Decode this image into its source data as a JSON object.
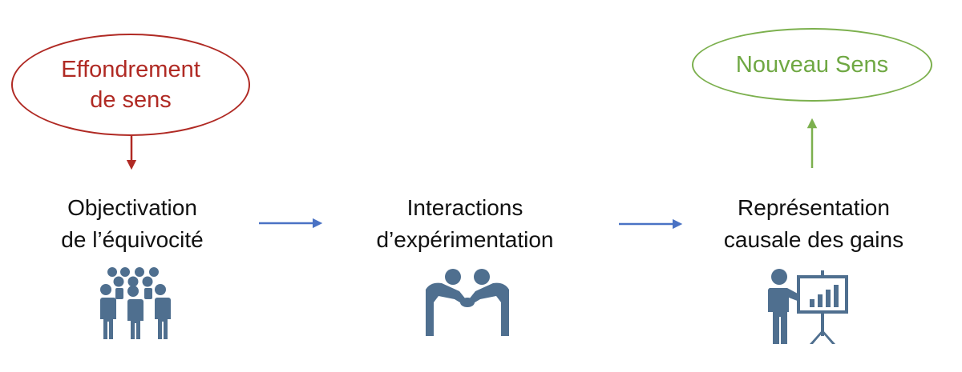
{
  "collapse": {
    "line1": "Effondrement",
    "line2": "de sens",
    "color": "#b02a24"
  },
  "new_sense": {
    "text": "Nouveau Sens",
    "color": "#6fa843"
  },
  "steps": [
    {
      "line1": "Objectivation",
      "line2": "de l’équivocité",
      "icon": "group-of-people-icon"
    },
    {
      "line1": "Interactions",
      "line2": "d’expérimentation",
      "icon": "handshake-bow-icon"
    },
    {
      "line1": "Représentation",
      "line2": "causale des gains",
      "icon": "presenter-chart-icon"
    }
  ],
  "colors": {
    "flow_arrow": "#4a72c4",
    "icon": "#4f6f8f"
  }
}
